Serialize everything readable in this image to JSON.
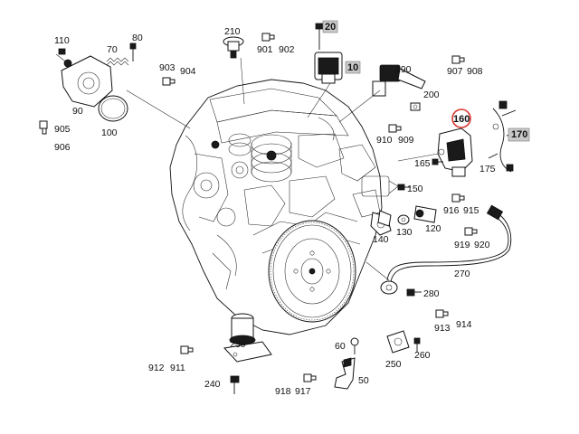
{
  "diagram": {
    "highlight_color": "#d9382e",
    "box_fill": "#c9c9c9",
    "callouts": {
      "c10": "10",
      "c20": "20",
      "c50": "50",
      "c60": "60",
      "c70": "70",
      "c80": "80",
      "c90": "90",
      "c100": "100",
      "c110": "110",
      "c120": "120",
      "c130": "130",
      "c140": "140",
      "c150": "150",
      "c160": "160",
      "c165": "165",
      "c170": "170",
      "c175": "175",
      "c190": "190",
      "c200": "200",
      "c210": "210",
      "c230": "230",
      "c240": "240",
      "c250": "250",
      "c260": "260",
      "c270": "270",
      "c280": "280",
      "c901": "901",
      "c902": "902",
      "c903": "903",
      "c904": "904",
      "c905": "905",
      "c906": "906",
      "c907": "907",
      "c908": "908",
      "c909": "909",
      "c910": "910",
      "c911": "911",
      "c912": "912",
      "c913": "913",
      "c914": "914",
      "c915": "915",
      "c916": "916",
      "c917": "917",
      "c918": "918",
      "c919": "919",
      "c920": "920"
    }
  }
}
